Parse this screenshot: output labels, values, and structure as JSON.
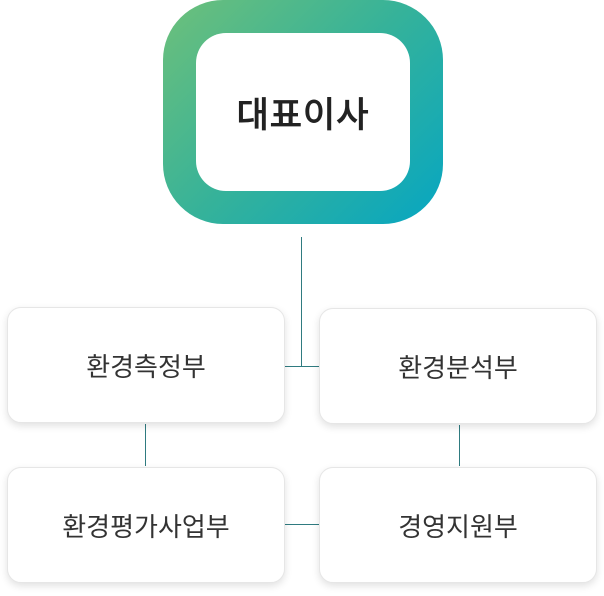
{
  "ceo": {
    "label": "대표이사"
  },
  "departments": [
    {
      "label": "환경측정부"
    },
    {
      "label": "환경분석부"
    },
    {
      "label": "환경평가사업부"
    },
    {
      "label": "경영지원부"
    }
  ],
  "colors": {
    "gradient_start": "#6ec07a",
    "gradient_mid": "#35b29a",
    "gradient_end": "#06a6c2",
    "connector": "#2f7b80",
    "box_border": "#e6e6e6",
    "text_dark": "#222222"
  }
}
